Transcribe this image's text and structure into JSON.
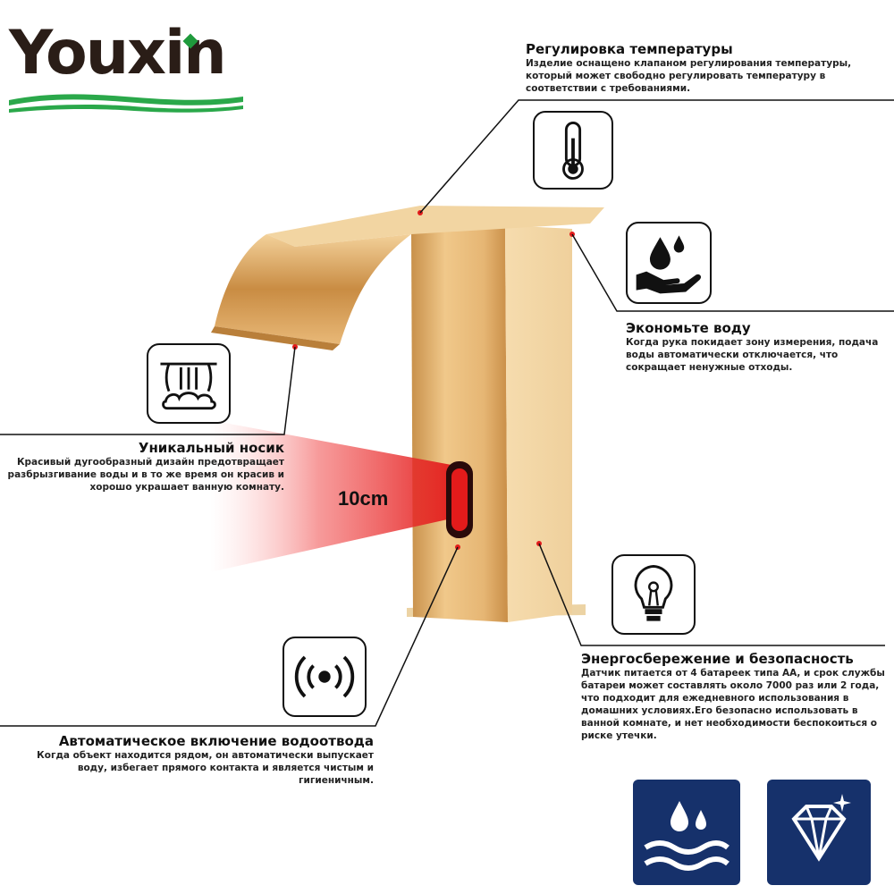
{
  "brand": {
    "logo_text": "Youxin",
    "leaf_color": "#1f9a3c",
    "wave_color": "#2aa84a"
  },
  "colors": {
    "gold": "#d9a85c",
    "sensor_red": "#e31b1b",
    "badge_blue": "#16316b"
  },
  "features": [
    {
      "id": "temperature",
      "icon": "thermometer-icon",
      "title": "Регулировка температуры",
      "lines": [
        "Изделие оснащено клапаном регулирования температуры,",
        "который может свободно регулировать температуру в",
        "соответствии с требованиями."
      ]
    },
    {
      "id": "save-water",
      "icon": "water-drop-hand-icon",
      "title": "Экономьте воду",
      "lines": [
        "Когда рука покидает зону измерения, подача",
        "воды автоматически отключается, что",
        "сокращает ненужные отходы."
      ]
    },
    {
      "id": "spout",
      "icon": "waterfall-spout-icon",
      "title": "Уникальный носик",
      "lines": [
        "Красивый дугообразный дизайн предотвращает",
        "разбрызгивание воды и в то же время он красив и",
        "хорошо украшает ванную комнату."
      ]
    },
    {
      "id": "energy",
      "icon": "light-bulb-icon",
      "title": "Энергосбережение и безопасность",
      "lines": [
        "Датчик питается от 4 батареек типа AA, и срок службы",
        "батареи может составлять около 7000 раз или 2 года,",
        "что подходит для ежедневного использования в",
        "домашних условиях.Его безопасно использовать в",
        "ванной комнате, и нет необходимости беспокоиться о",
        "риске утечки."
      ]
    },
    {
      "id": "auto",
      "icon": "sensor-wave-icon",
      "title": "Автоматическое включение водоотвода",
      "lines": [
        "Когда объект находится рядом, он автоматически выпускает",
        "воду, избегает прямого контакта и является чистым и",
        "гигиеничным."
      ]
    }
  ],
  "sensor": {
    "distance_label": "10cm"
  },
  "badges": [
    {
      "icon": "water-drops-waves-icon"
    },
    {
      "icon": "diamond-icon"
    }
  ]
}
